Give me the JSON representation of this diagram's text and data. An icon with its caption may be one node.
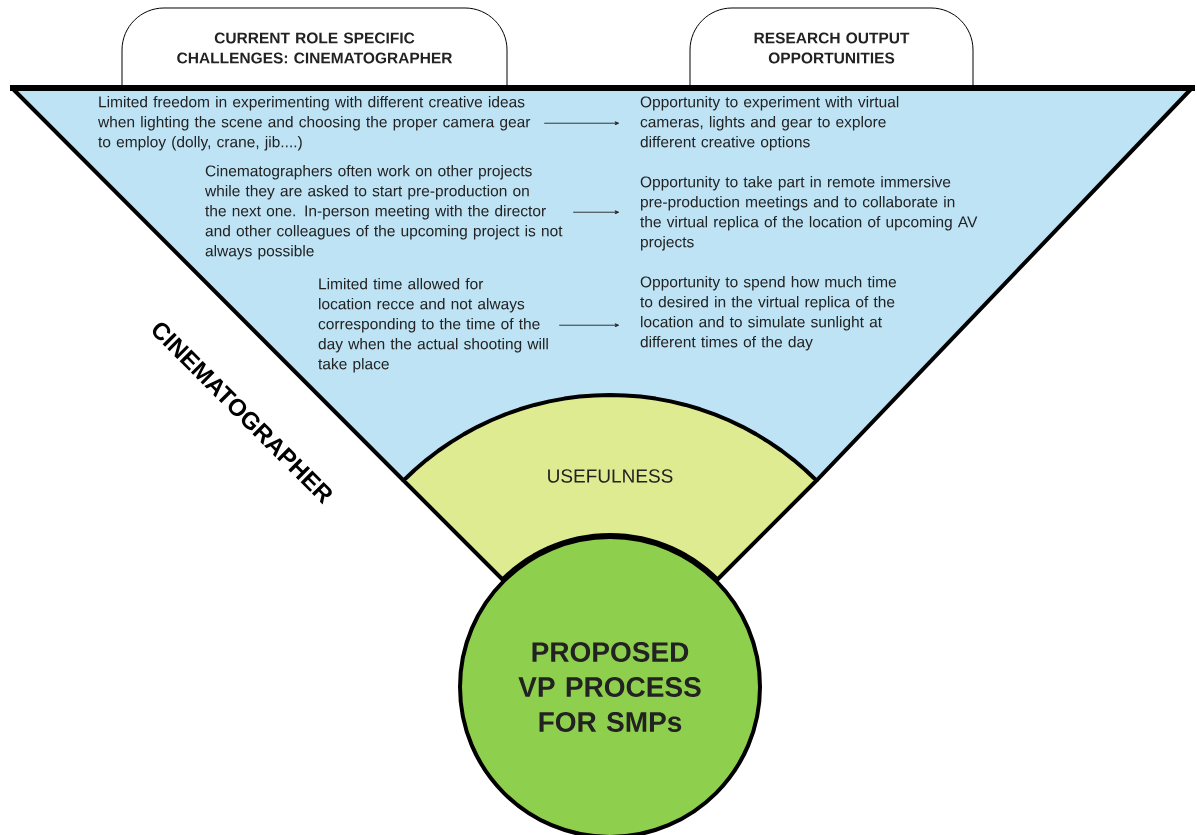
{
  "diagram": {
    "nodes": [
      {
        "text": [
          "CURRENT ROLE SPECIFIC CHALLENGES: CINEMATOGRAPHER"
        ]
      },
      {
        "text": [
          "RESEARCH OUTPUT OPPORTUNITIES"
        ]
      },
      {
        "text": [],
        "shape": "triangle"
      },
      {
        "text": [
          "Limited freedom in experimenting with different creative ideas when lighting the scene and choosing the proper camera gear to employ (dolly, crane, jib....)"
        ],
        "in": 2
      },
      {
        "text": [
          "Opportunity to experiment with virtual cameras, lights and gear to explore different creative options"
        ],
        "in": 2
      },
      {
        "text": [
          "Cinematographers often work on other projects while they are asked to start pre-production on the next one. In-person meeting with the director and other colleagues of the upcoming project is not always possible"
        ],
        "in": 2
      },
      {
        "text": [
          "Opportunity to take part in remote immersive pre-production meetings and to collaborate in the virtual replica of the location of upcoming AV projects"
        ],
        "in": 2
      },
      {
        "text": [
          "Limited time allowed for location recce and not always corresponding to the time of the day when the actual shooting will take place"
        ],
        "in": 2
      },
      {
        "text": [
          "Opportunity to spend how much time to desired in the virtual replica of the location and to simulate sunlight at different times of the day"
        ],
        "in": 2
      },
      {
        "text": [
          "USEFULNESS"
        ]
      },
      {
        "text": [
          "PROPOSED VP PROCESS FOR SMPs"
        ]
      }
    ],
    "edges": [
      {
        "from": 3,
        "to": 4,
        "arrow": "to"
      },
      {
        "from": 5,
        "to": 6,
        "arrow": "to"
      },
      {
        "from": 7,
        "to": 8,
        "arrow": "to"
      }
    ],
    "labels": [
      "CINEMATOGRAPHER"
    ]
  }
}
